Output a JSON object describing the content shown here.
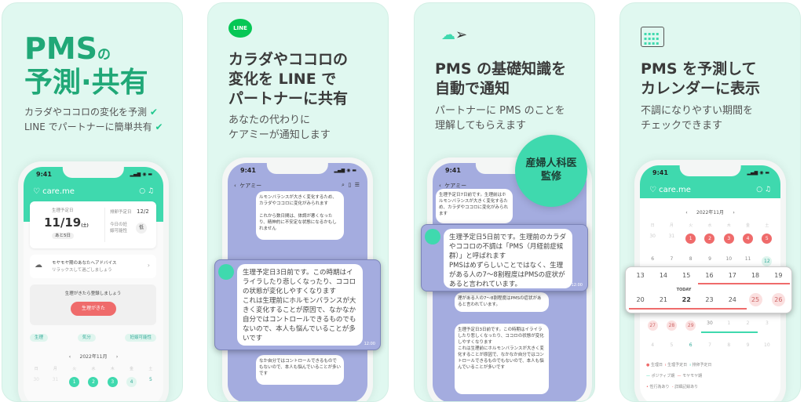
{
  "colors": {
    "brand_green": "#3fd9ae",
    "title_green": "#20a877",
    "panel_bg": "#e0f8f0",
    "line_chat_bg": "#a4acdf",
    "period_red": "#ef6b6b",
    "line_green": "#06c755"
  },
  "status": {
    "time": "9:41",
    "icons": "signal-wifi-battery"
  },
  "panel1": {
    "title1": "PMS",
    "title1_suffix": "の",
    "title2": "予測·共有",
    "features": [
      "カラダやココロの変化を予測",
      "LINE でパートナーに簡単共有"
    ],
    "app_name": "care.me",
    "next_period_label": "生理予定日",
    "next_period_date": "11/19",
    "next_period_day": "(土)",
    "days_left": "あと5日",
    "ovulation_label": "排卵予定日",
    "ovulation_date": "12/2",
    "fertility_label": "今日の妊娠可能性",
    "fertility_value": "低",
    "advice_title": "モヤモヤ期のあなたへアドバイス",
    "advice_text": "リラックスして過ごしましょう",
    "register_prompt": "生理がきたら登録しましょう",
    "register_button": "生理がきた",
    "chips": [
      "生理",
      "気分",
      "妊娠可能性"
    ],
    "month": "2022年11月",
    "weekdays": [
      "日",
      "月",
      "火",
      "水",
      "木",
      "金",
      "土"
    ],
    "days": [
      "30",
      "31",
      "1",
      "2",
      "3",
      "4",
      "5"
    ]
  },
  "panel2": {
    "line_badge": "LINE",
    "title": [
      "カラダやココロの",
      "変化を LINE で",
      "パートナーに共有"
    ],
    "sub": [
      "あなたの代わりに",
      "ケアミーが通知します"
    ],
    "chat_name": "ケアミー",
    "msg_top": "ルモンバランスが大きく変化するため、カラダやココロに変化がみられます\n\nこれから数日間は、体調が悪くなったり、精神的に不安定な状態になるかもしれません",
    "msg_focus": "生理予定日3日前です。この時期はイライラしたり悲しくなったり、ココロの状態が変化しやすくなります\nこれは生理前にホルモンバランスが大きく変化することが原因で、なかなか自分ではコントロールできるものでもないので、本人も悩んでいることが多いです",
    "msg_bottom": "なか自分ではコントロールできるものでもないので、本人も悩んでいることが多いです",
    "time": "12:00"
  },
  "panel3": {
    "title": [
      "PMS の基礎知識を",
      "自動で通知"
    ],
    "sub": [
      "パートナーに PMS のことを",
      "理解してもらえます"
    ],
    "badge": [
      "産婦人科医",
      "監修"
    ],
    "chat_name": "ケアミー",
    "msg_top": "生理予定日7日前です。生理前はホルモンバランスが大きく変化するため、カラダやココロに変化がみられます",
    "msg_focus": "生理予定日5日前です。生理前のカラダやココロの不調は「PMS（月経前症候群）」と呼ばれます\nPMSはめずらしいことではなく、生理がある人の7〜8割程度はPMSの症状があると言われています。",
    "msg_mid": "理がある人の7〜8割程度はPMSの症状があると言われています。",
    "msg_bottom": "生理予定日3日前です。この時期はイライラしたり悲しくなったり、ココロの状態が変化しやすくなります\nこれは生理前にホルモンバランスが大きく変化することが原因で、なかなか自分ではコントロールできるものでもないので、本人も悩んでいることが多いです",
    "time": "12:00"
  },
  "panel4": {
    "title": [
      "PMS を予測して",
      "カレンダーに表示"
    ],
    "sub": [
      "不調になりやすい期間を",
      "チェックできます"
    ],
    "app_name": "care.me",
    "month": "2022年11月",
    "weekdays": [
      "日",
      "月",
      "火",
      "水",
      "木",
      "金",
      "土"
    ],
    "rows": [
      [
        "30",
        "31",
        "1",
        "2",
        "3",
        "4",
        "5"
      ],
      [
        "6",
        "7",
        "8",
        "9",
        "10",
        "11",
        "12"
      ],
      [
        "13",
        "14",
        "15",
        "16",
        "17",
        "18",
        "19"
      ],
      [
        "20",
        "21",
        "22",
        "23",
        "24",
        "25",
        "26"
      ],
      [
        "27",
        "28",
        "29",
        "30",
        "1",
        "2",
        "3"
      ],
      [
        "4",
        "5",
        "6",
        "7",
        "8",
        "9",
        "10"
      ]
    ],
    "today_label": "TODAY",
    "legend": [
      "生理日",
      "生理予定日",
      "排卵予定日",
      "ポジティブ期",
      "モヤモヤ期",
      "性行為あり",
      "詳細記録あり"
    ]
  }
}
